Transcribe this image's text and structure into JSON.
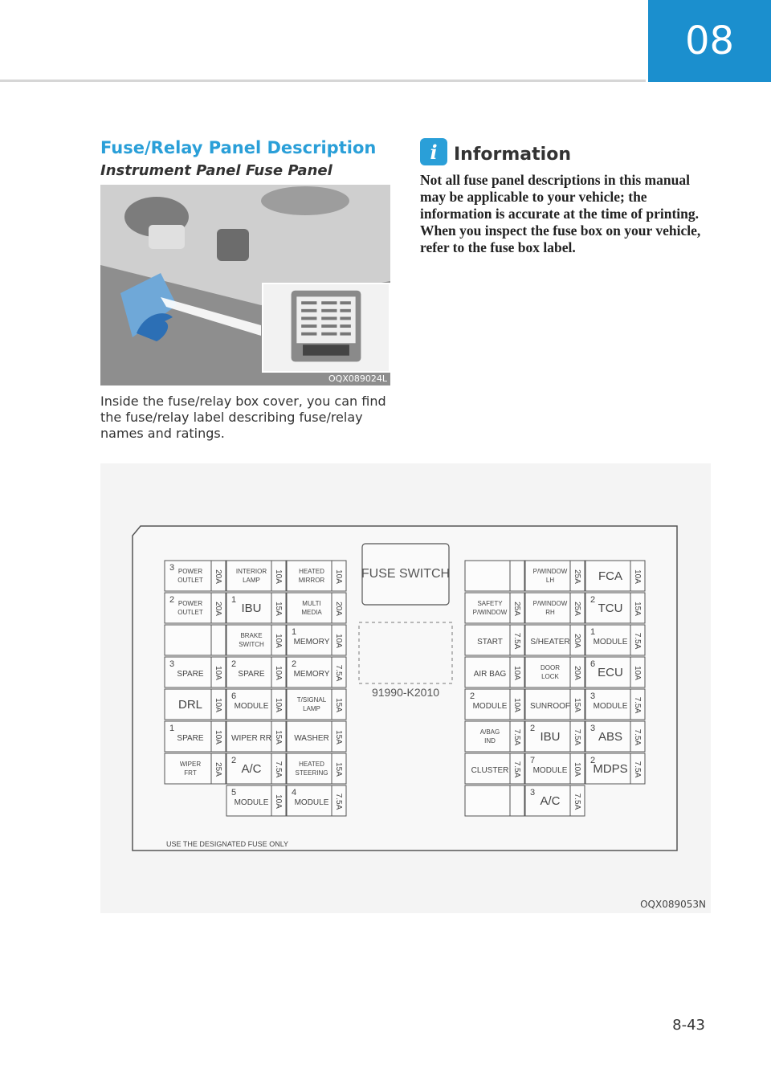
{
  "chapter": "08",
  "section_title": "Fuse/Relay Panel Description",
  "subsection_title": "Instrument Panel Fuse Panel",
  "photo_caption": "OQX089024L",
  "body_text": "Inside the fuse/relay box cover, you can find the fuse/relay label describing fuse/relay names and ratings.",
  "info": {
    "title": "Information",
    "text": "Not all fuse panel descriptions in this manual may be applicable to your vehicle; the information is accurate at the time of printing. When you inspect the fuse box on your vehicle, refer to the fuse box label."
  },
  "diagram_caption": "OQX089053N",
  "fuse_switch_label": "FUSE SWITCH",
  "part_number": "91990-K2010",
  "footer_note": "USE THE DESIGNATED FUSE ONLY",
  "fuse_columns": {
    "col1": [
      {
        "num": "3",
        "name": "POWER OUTLET",
        "rating": "20A"
      },
      {
        "num": "2",
        "name": "POWER OUTLET",
        "rating": "20A"
      },
      {
        "num": "",
        "name": "",
        "rating": ""
      },
      {
        "num": "3",
        "name": "SPARE",
        "rating": "10A"
      },
      {
        "num": "",
        "name": "DRL",
        "rating": "10A"
      },
      {
        "num": "1",
        "name": "SPARE",
        "rating": "10A"
      },
      {
        "num": "",
        "name": "WIPER FRT",
        "rating": "25A"
      }
    ],
    "col2": [
      {
        "num": "",
        "name": "INTERIOR LAMP",
        "rating": "10A"
      },
      {
        "num": "1",
        "name": "IBU",
        "rating": "15A"
      },
      {
        "num": "",
        "name": "BRAKE SWITCH",
        "rating": "10A"
      },
      {
        "num": "2",
        "name": "SPARE",
        "rating": "10A"
      },
      {
        "num": "6",
        "name": "MODULE",
        "rating": "10A"
      },
      {
        "num": "",
        "name": "WIPER RR",
        "rating": "15A"
      },
      {
        "num": "2",
        "name": "A/C",
        "rating": "7.5A"
      },
      {
        "num": "5",
        "name": "MODULE",
        "rating": "10A"
      }
    ],
    "col3": [
      {
        "num": "",
        "name": "HEATED MIRROR",
        "rating": "10A"
      },
      {
        "num": "",
        "name": "MULTI MEDIA",
        "rating": "20A"
      },
      {
        "num": "1",
        "name": "MEMORY",
        "rating": "10A"
      },
      {
        "num": "2",
        "name": "MEMORY",
        "rating": "7.5A"
      },
      {
        "num": "",
        "name": "T/SIGNAL LAMP",
        "rating": "15A"
      },
      {
        "num": "",
        "name": "WASHER",
        "rating": "15A"
      },
      {
        "num": "",
        "name": "HEATED STEERING",
        "rating": "15A"
      },
      {
        "num": "4",
        "name": "MODULE",
        "rating": "7.5A"
      }
    ],
    "col4": [
      {
        "num": "",
        "name": "",
        "rating": ""
      },
      {
        "num": "",
        "name": "SAFETY P/WINDOW",
        "rating": "25A"
      },
      {
        "num": "",
        "name": "START",
        "rating": "7.5A"
      },
      {
        "num": "",
        "name": "AIR BAG",
        "rating": "10A"
      },
      {
        "num": "2",
        "name": "MODULE",
        "rating": "10A"
      },
      {
        "num": "",
        "name": "A/BAG IND",
        "rating": "7.5A"
      },
      {
        "num": "",
        "name": "CLUSTER",
        "rating": "7.5A"
      },
      {
        "num": "",
        "name": "",
        "rating": ""
      }
    ],
    "col5": [
      {
        "num": "",
        "name": "P/WINDOW LH",
        "rating": "25A"
      },
      {
        "num": "",
        "name": "P/WINDOW RH",
        "rating": "25A"
      },
      {
        "num": "",
        "name": "S/HEATER",
        "rating": "20A"
      },
      {
        "num": "",
        "name": "DOOR LOCK",
        "rating": "20A"
      },
      {
        "num": "",
        "name": "SUNROOF",
        "rating": "15A"
      },
      {
        "num": "2",
        "name": "IBU",
        "rating": "7.5A"
      },
      {
        "num": "7",
        "name": "MODULE",
        "rating": "10A"
      },
      {
        "num": "3",
        "name": "A/C",
        "rating": "7.5A"
      }
    ],
    "col6": [
      {
        "num": "",
        "name": "FCA",
        "rating": "10A"
      },
      {
        "num": "2",
        "name": "TCU",
        "rating": "15A"
      },
      {
        "num": "1",
        "name": "MODULE",
        "rating": "7.5A"
      },
      {
        "num": "6",
        "name": "ECU",
        "rating": "10A"
      },
      {
        "num": "3",
        "name": "MODULE",
        "rating": "7.5A"
      },
      {
        "num": "3",
        "name": "ABS",
        "rating": "7.5A"
      },
      {
        "num": "2",
        "name": "MDPS",
        "rating": "7.5A"
      }
    ]
  },
  "page_number": "8-43"
}
